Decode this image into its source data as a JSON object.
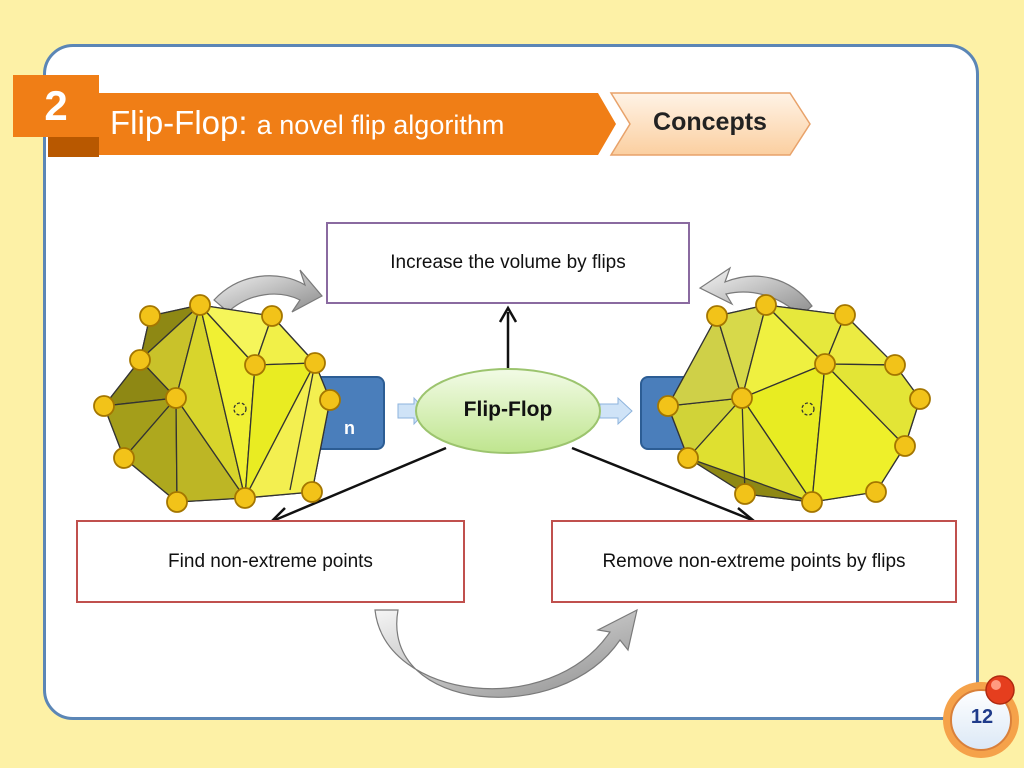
{
  "header": {
    "section_number": "2",
    "title_main": "Flip-Flop:",
    "title_sub": "a novel flip algorithm",
    "breadcrumb": "Concepts"
  },
  "diagram": {
    "top_box": "Increase the volume by flips",
    "center": "Flip-Flop",
    "left_box": "Find non-extreme points",
    "right_box": "Remove non-extreme points by flips",
    "left_tab_fragment": "n"
  },
  "footer": {
    "page_number": "12"
  },
  "colors": {
    "background": "#fdf1a6",
    "card_border": "#5b86b6",
    "accent_orange": "#f07e16",
    "box_border_red": "#c0504d",
    "tab_blue": "#4a7ebb",
    "oval_green": "#d6f0b0"
  }
}
